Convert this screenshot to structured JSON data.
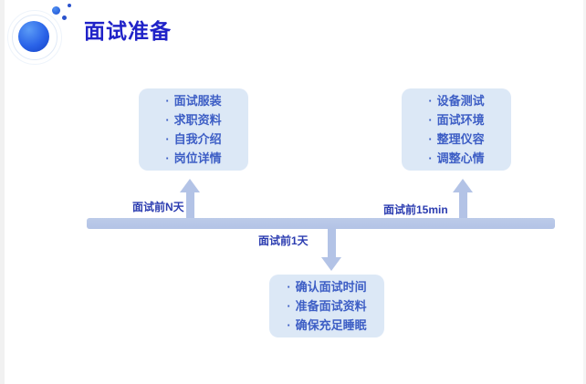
{
  "header": {
    "title": "面试准备"
  },
  "icons": {
    "logo": "blue-sphere-logo"
  },
  "timeline": {
    "bullet": "·",
    "milestones": [
      {
        "label": "面试前N天",
        "direction": "up",
        "items": [
          "面试服装",
          "求职资料",
          "自我介绍",
          "岗位详情"
        ]
      },
      {
        "label": "面试前1天",
        "direction": "down",
        "items": [
          "确认面试时间",
          "准备面试资料",
          "确保充足睡眠"
        ]
      },
      {
        "label": "面试前15min",
        "direction": "up",
        "items": [
          "设备测试",
          "面试环境",
          "整理仪容",
          "调整心情"
        ]
      }
    ]
  },
  "colors": {
    "title": "#2023c8",
    "label": "#2b3cb0",
    "box-bg": "#dce8f6",
    "box-text": "#3d5ec5",
    "bar": "#b3c3e6"
  }
}
